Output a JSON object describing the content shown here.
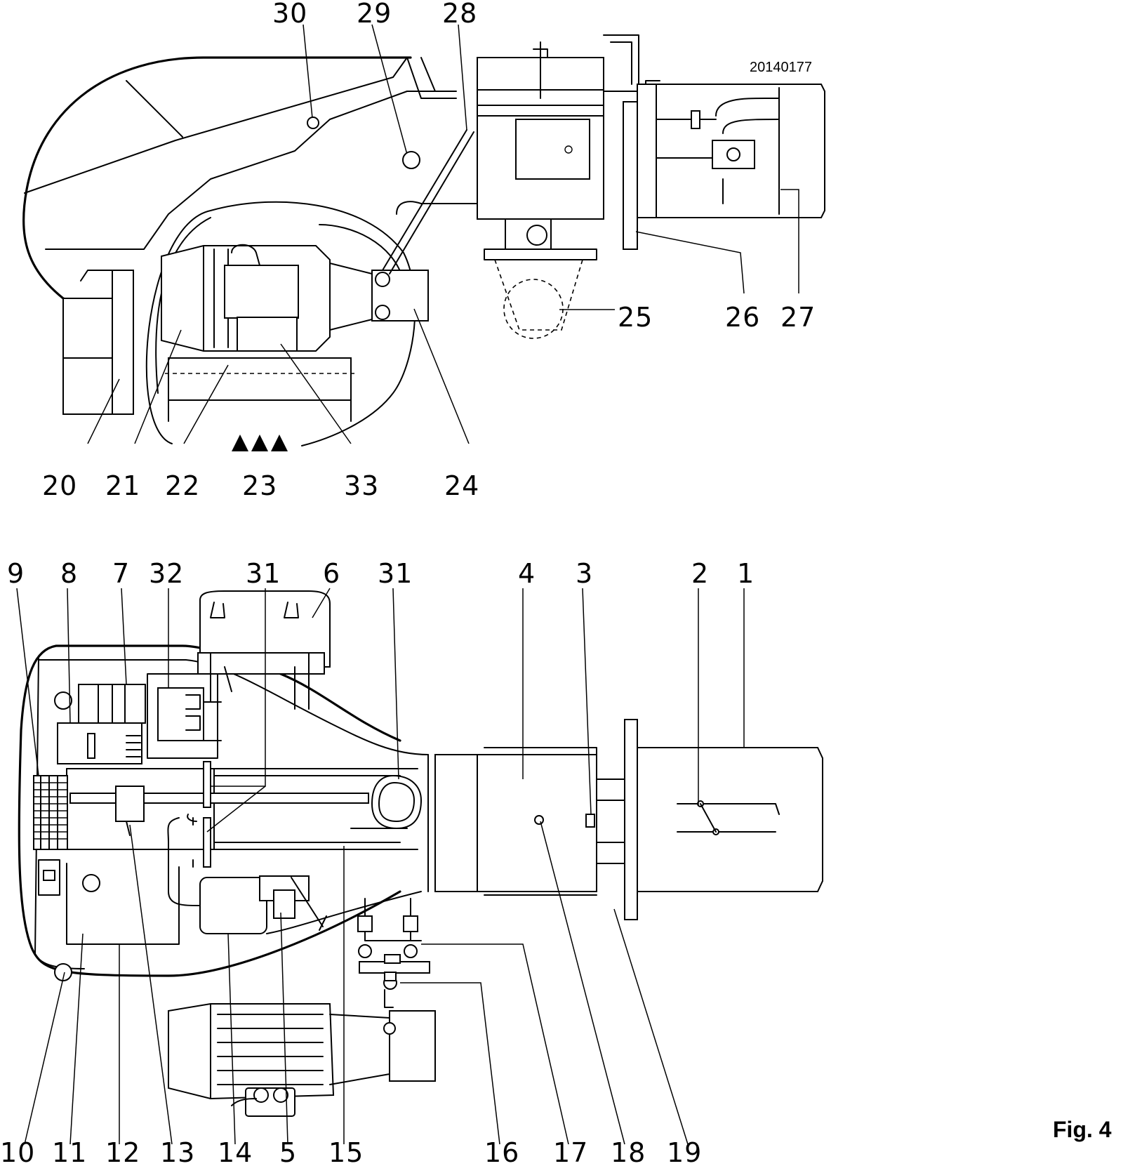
{
  "drawing_code": "20140177",
  "figure_label": "Fig. 4",
  "top_view_labels": [
    "30",
    "29",
    "28",
    "25",
    "26",
    "27",
    "20",
    "21",
    "22",
    "23",
    "33",
    "24"
  ],
  "bottom_view_labels_top_row": [
    "9",
    "8",
    "7",
    "32",
    "31",
    "6",
    "31",
    "4",
    "3",
    "2",
    "1"
  ],
  "bottom_view_labels_bottom_row": [
    "10",
    "11",
    "12",
    "13",
    "14",
    "5",
    "15",
    "16",
    "17",
    "18",
    "19"
  ]
}
